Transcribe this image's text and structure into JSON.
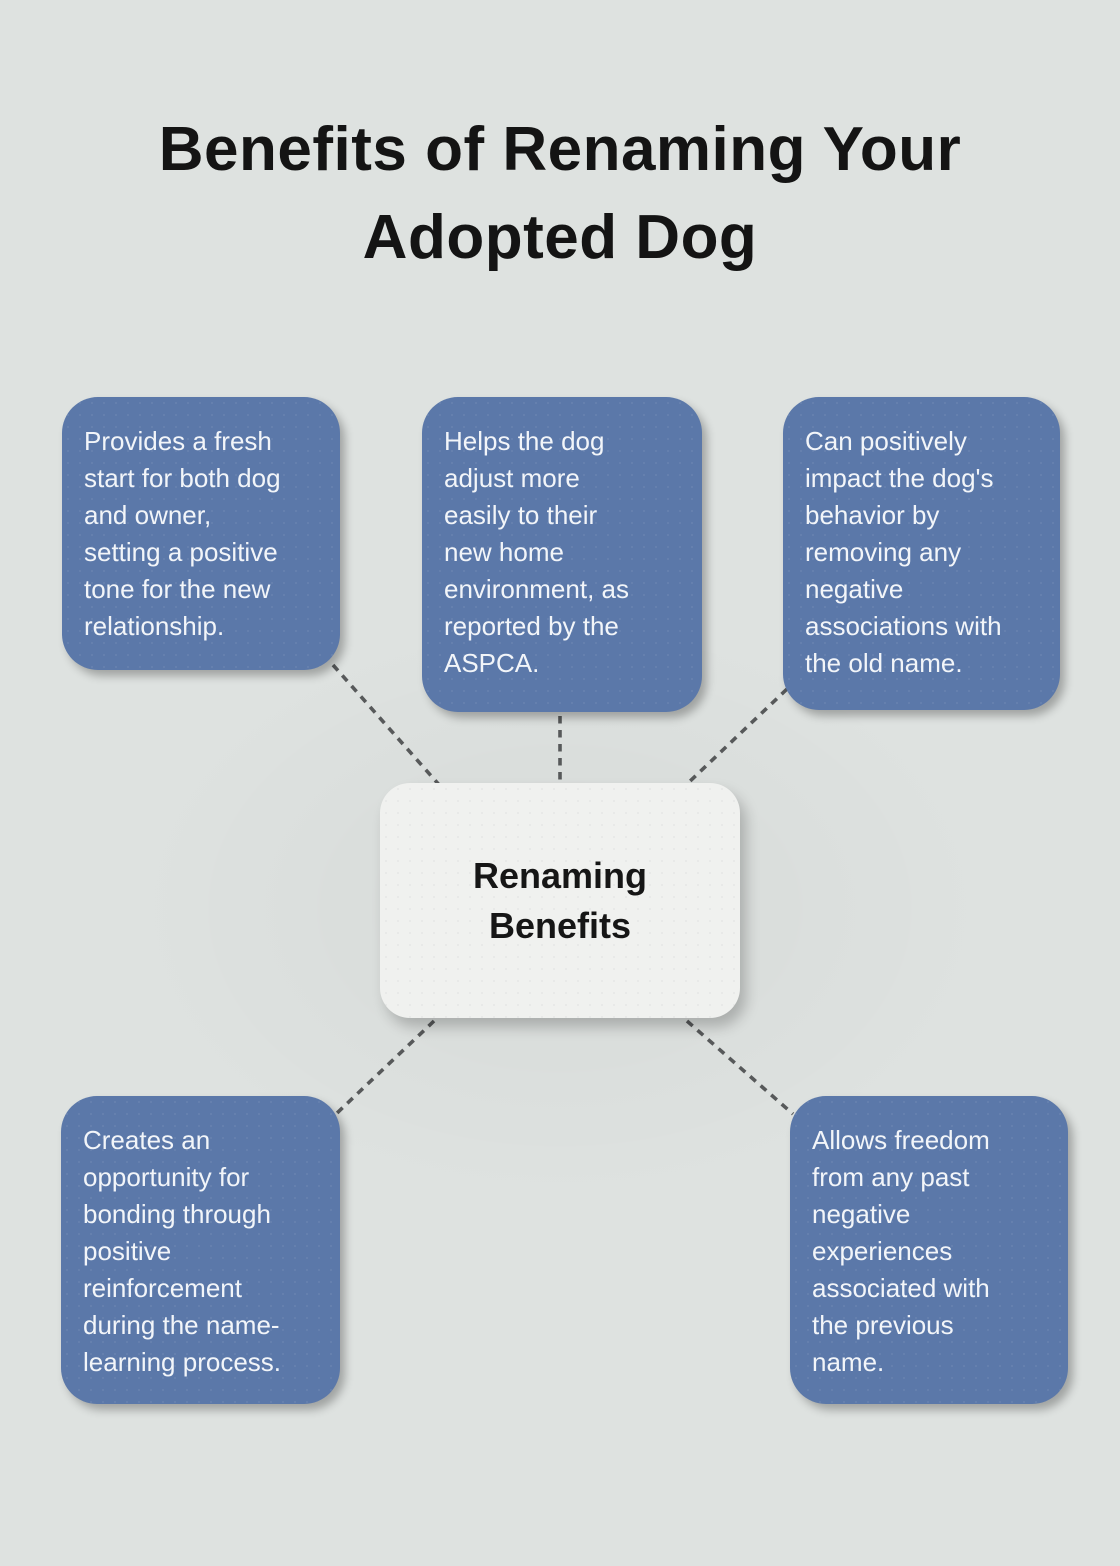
{
  "page": {
    "title_lines": [
      "Benefits of Renaming Your",
      "Adopted Dog"
    ],
    "background_color": "#dee2e0",
    "title_color": "#141414"
  },
  "center_node": {
    "label_lines": [
      "Renaming",
      "Benefits"
    ],
    "label_text": "Renaming Benefits",
    "background_color": "#f0f1ef",
    "text_color": "#161616"
  },
  "style": {
    "benefit_box_color": "#5b78a9",
    "benefit_text_color": "#f2f5f9",
    "connector_color": "#57595a",
    "connector_style": "dashed"
  },
  "benefits": [
    {
      "position": "top-left",
      "lines": [
        "Provides a fresh",
        "start for both dog",
        "and owner,",
        "setting a positive",
        "tone for the new",
        "relationship."
      ],
      "text": "Provides a fresh start for both dog and owner, setting a positive tone for the new relationship."
    },
    {
      "position": "top-center",
      "lines": [
        "Helps the dog",
        "adjust more",
        "easily to their",
        "new home",
        "environment, as",
        "reported by the",
        "ASPCA."
      ],
      "text": "Helps the dog adjust more easily to their new home environment, as reported by the ASPCA."
    },
    {
      "position": "top-right",
      "lines": [
        "Can positively",
        "impact the dog's",
        "behavior by",
        "removing any",
        "negative",
        "associations with",
        "the old name."
      ],
      "text": "Can positively impact the dog's behavior by removing any negative associations with the old name."
    },
    {
      "position": "bottom-left",
      "lines": [
        "Creates an",
        "opportunity for",
        "bonding through",
        "positive",
        "reinforcement",
        "during the name-",
        "learning process."
      ],
      "text": "Creates an opportunity for bonding through positive reinforcement during the name-learning process."
    },
    {
      "position": "bottom-right",
      "lines": [
        "Allows freedom",
        "from any past",
        "negative",
        "experiences",
        "associated with",
        "the previous",
        "name."
      ],
      "text": "Allows freedom from any past negative experiences associated with the previous name."
    }
  ]
}
